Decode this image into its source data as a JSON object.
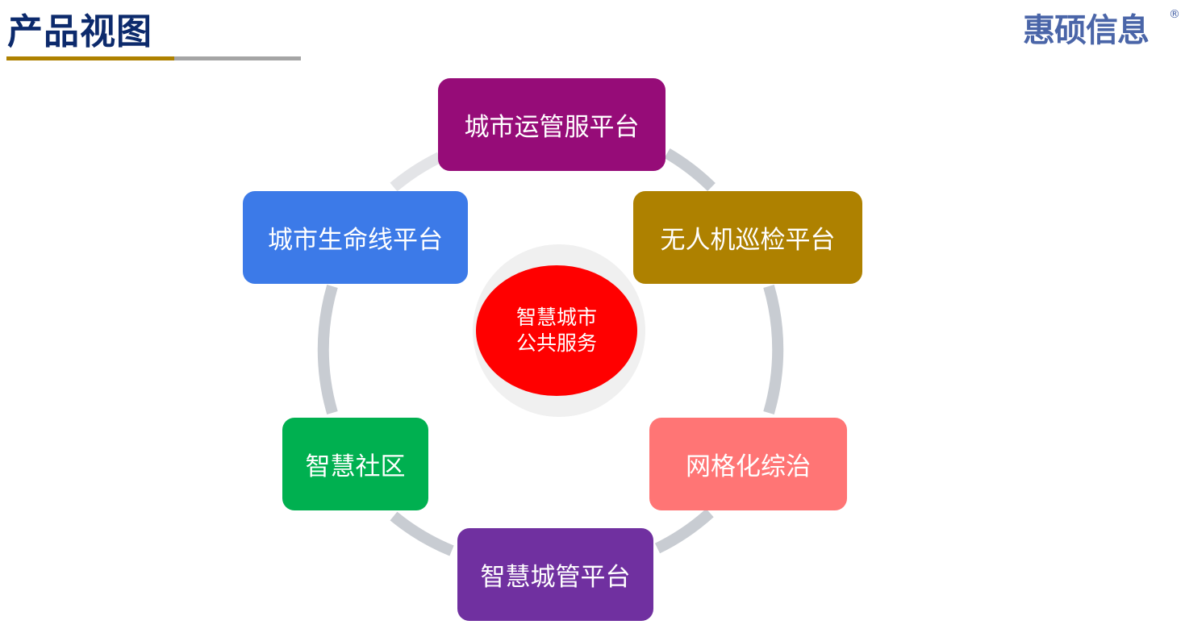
{
  "header": {
    "title": "产品视图",
    "logo": "惠硕信息",
    "logo_mark": "®"
  },
  "center": {
    "line1": "智慧城市",
    "line2": "公共服务",
    "color": "#ff0000"
  },
  "nodes": [
    {
      "label": "城市运管服平台",
      "color": "#960c78"
    },
    {
      "label": "无人机巡检平台",
      "color": "#ae8100"
    },
    {
      "label": "网格化综治",
      "color": "#ff7575"
    },
    {
      "label": "智慧城管平台",
      "color": "#7030a0"
    },
    {
      "label": "智慧社区",
      "color": "#00b050"
    },
    {
      "label": "城市生命线平台",
      "color": "#3c7ae8"
    }
  ]
}
